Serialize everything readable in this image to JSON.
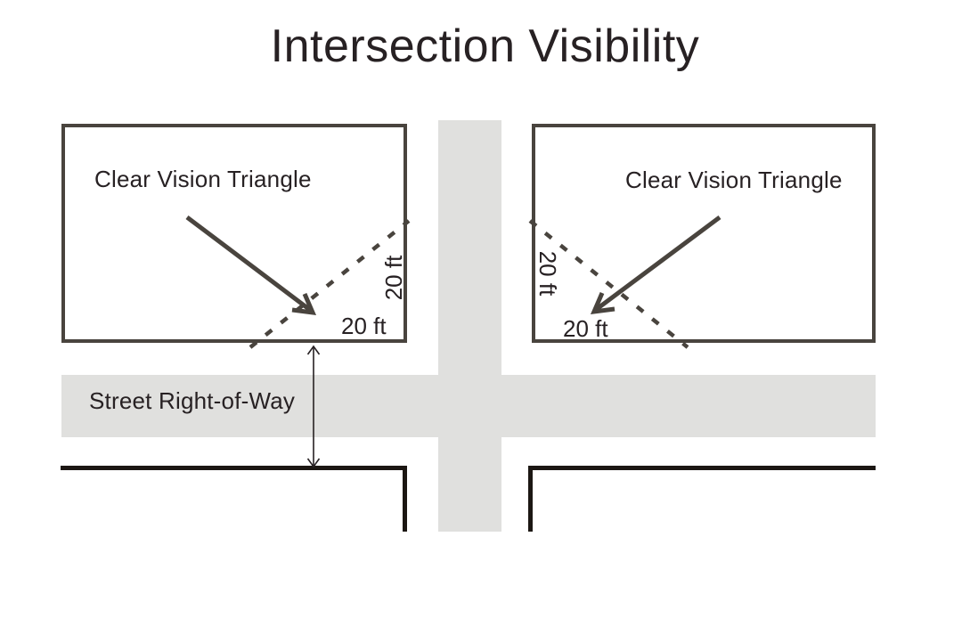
{
  "title": "Intersection Visibility",
  "parcels": {
    "left": {
      "label": "Clear Vision Triangle",
      "side_distance": "20 ft",
      "front_distance": "20 ft"
    },
    "right": {
      "label": "Clear Vision Triangle",
      "side_distance": "20 ft",
      "front_distance": "20 ft"
    }
  },
  "street": {
    "label": "Street Right-of-Way"
  },
  "colors": {
    "background": "#ffffff",
    "pavement_gray": "#e0e0de",
    "diagram_line_dark": "#49443e",
    "property_line_black": "#1c1713",
    "text_dark": "#272123"
  }
}
